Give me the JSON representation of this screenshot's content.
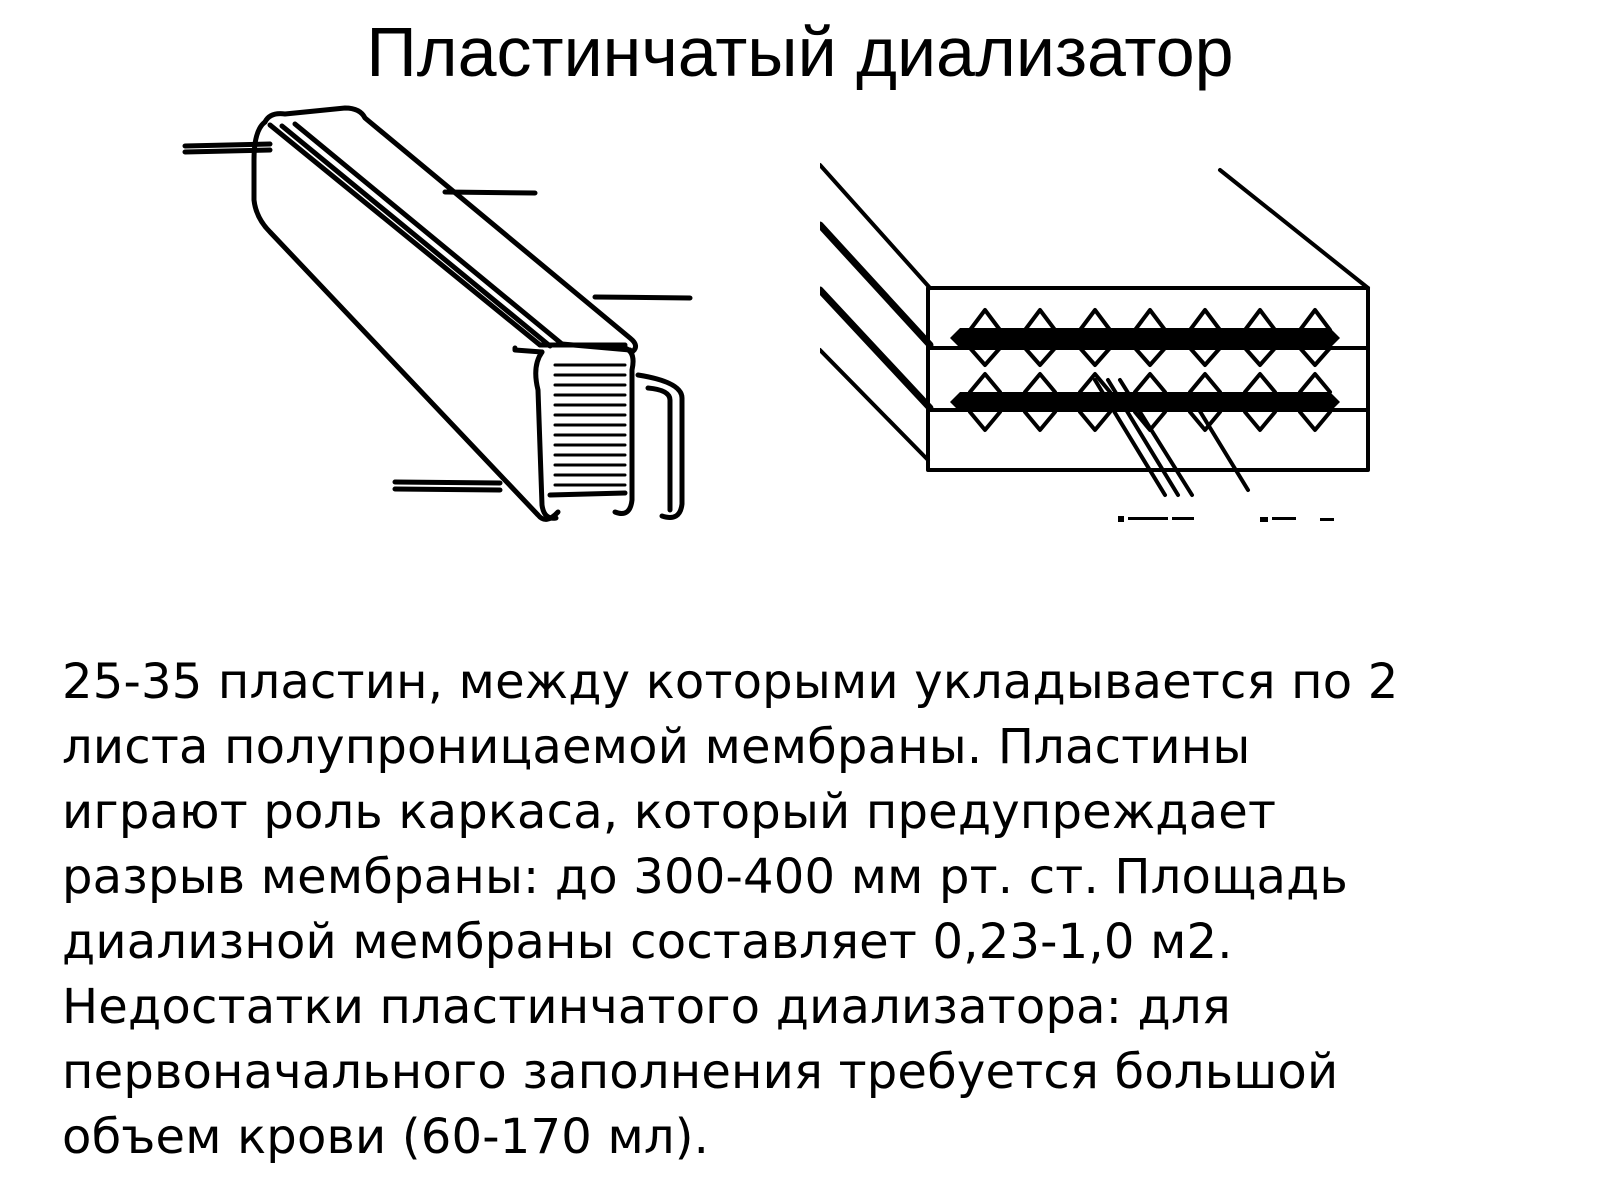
{
  "slide": {
    "title": "Пластинчатый диализатор",
    "body_lines": [
      "25-35 пластин, между которыми укладывается по 2",
      "листа полупроницаемой мембраны. Пластины",
      "играют роль каркаса, который предупреждает",
      "разрыв мембраны: до 300-400 мм рт. ст. Площадь",
      "диализной мембраны составляет 0,23-1,0 м2.",
      "Недостатки пластинчатого диализатора: для",
      "первоначального заполнения требуется большой",
      "объем крови (60-170 мл)."
    ]
  },
  "figures": {
    "left_icon": "plate-dialyzer-assembly-illustration",
    "right_icon": "membrane-layer-cross-section-illustration"
  },
  "colors": {
    "background": "#ffffff",
    "ink": "#000000"
  }
}
